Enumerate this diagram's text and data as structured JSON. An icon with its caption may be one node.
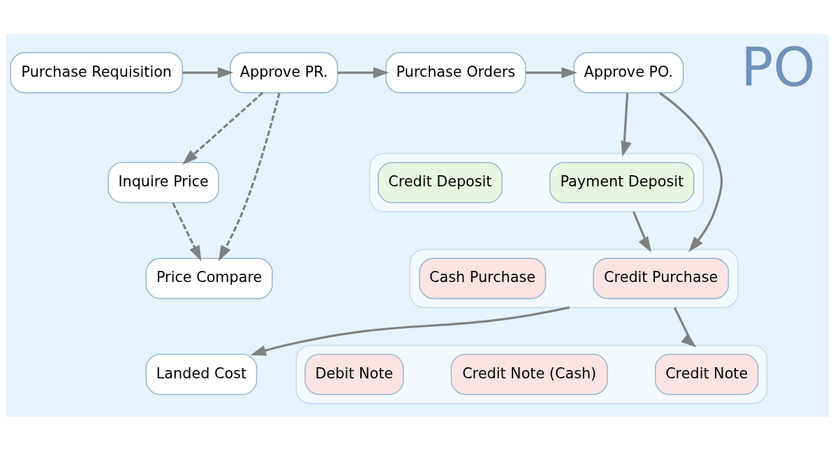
{
  "diagram": {
    "nodes": [
      {
        "text": [
          "Purchase Requisition"
        ]
      },
      {
        "text": [
          "Approve PR."
        ]
      },
      {
        "text": [
          "Purchase Orders"
        ]
      },
      {
        "text": [
          "Approve PO."
        ]
      },
      {
        "text": [],
        "shape": "box"
      },
      {
        "text": [
          "Payment Deposit"
        ],
        "in": 4
      },
      {
        "text": [
          "Credit Deposit"
        ],
        "in": 4
      },
      {
        "text": [
          "Inquire Price"
        ]
      },
      {
        "text": [
          "Price Compare"
        ]
      },
      {
        "text": [],
        "shape": "box"
      },
      {
        "text": [
          "Credit Purchase"
        ],
        "in": 9
      },
      {
        "text": [
          "Cash Purchase"
        ],
        "in": 9
      },
      {
        "text": [
          "Landed Cost"
        ]
      },
      {
        "text": [],
        "shape": "box"
      },
      {
        "text": [
          "Credit Note"
        ],
        "in": 13
      },
      {
        "text": [
          "Credit Note (Cash)"
        ],
        "in": 13
      },
      {
        "text": [
          "Debit Note"
        ],
        "in": 13
      }
    ],
    "edges": [
      {
        "from": 0,
        "to": 1,
        "arrow": "to"
      },
      {
        "from": 1,
        "to": 2,
        "arrow": "to"
      },
      {
        "from": 2,
        "to": 3,
        "arrow": "to"
      },
      {
        "from": 3,
        "to": 4,
        "arrow": "to"
      },
      {
        "from": 1,
        "to": 7,
        "arrow": "to",
        "style": "dashed"
      },
      {
        "from": 1,
        "to": 8,
        "arrow": "to",
        "style": "dashed"
      },
      {
        "from": 7,
        "to": 8,
        "arrow": "to",
        "style": "dashed"
      },
      {
        "from": 4,
        "to": 9,
        "arrow": "to"
      },
      {
        "from": 3,
        "to": 9,
        "arrow": "to"
      },
      {
        "from": 9,
        "to": 12,
        "arrow": "to"
      },
      {
        "from": 9,
        "to": 13,
        "arrow": "to"
      }
    ],
    "labels": [
      "PO"
    ]
  }
}
